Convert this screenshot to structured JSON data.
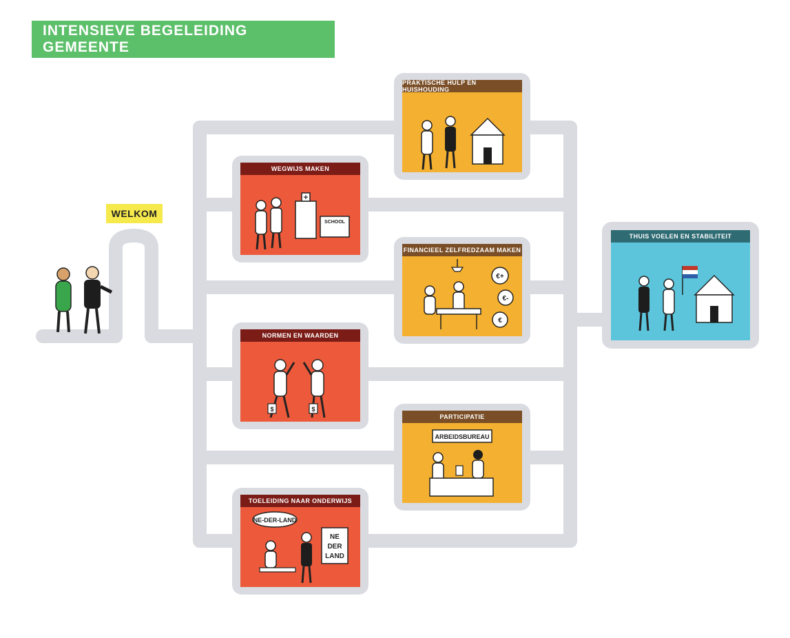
{
  "title": "INTENSIEVE BEGELEIDING GEMEENTE",
  "welcome_label": "WELKOM",
  "steps": [
    {
      "label": "PRAKTISCHE HULP EN HUISHOUDING"
    },
    {
      "label": "WEGWIJS MAKEN"
    },
    {
      "label": "FINANCIEEL ZELFREDZAAM MAKEN"
    },
    {
      "label": "NORMEN EN WAARDEN"
    },
    {
      "label": "PARTICIPATIE"
    },
    {
      "label": "TOELEIDING NAAR ONDERWIJS"
    }
  ],
  "goal": {
    "label": "THUIS VOELEN EN STABILITEIT"
  },
  "illustration_text": {
    "school_sign": "SCHOOL",
    "arbeidsbureau_sign": "ARBEIDSBUREAU",
    "speech_bubble": "NE-DER-LAND",
    "board_line1": "NE",
    "board_line2": "DER",
    "board_line3": "LAND",
    "coin_labels": [
      "€+",
      "€-",
      "€"
    ],
    "bag_label": "$"
  },
  "colors": {
    "title_green": "#5cbf6a",
    "welcome_yellow": "#f6e94c",
    "path_grey": "#d9dbe1",
    "red_card": "#ec5a3b",
    "orange_card": "#f4b030",
    "blue_card": "#5cc5dc"
  }
}
